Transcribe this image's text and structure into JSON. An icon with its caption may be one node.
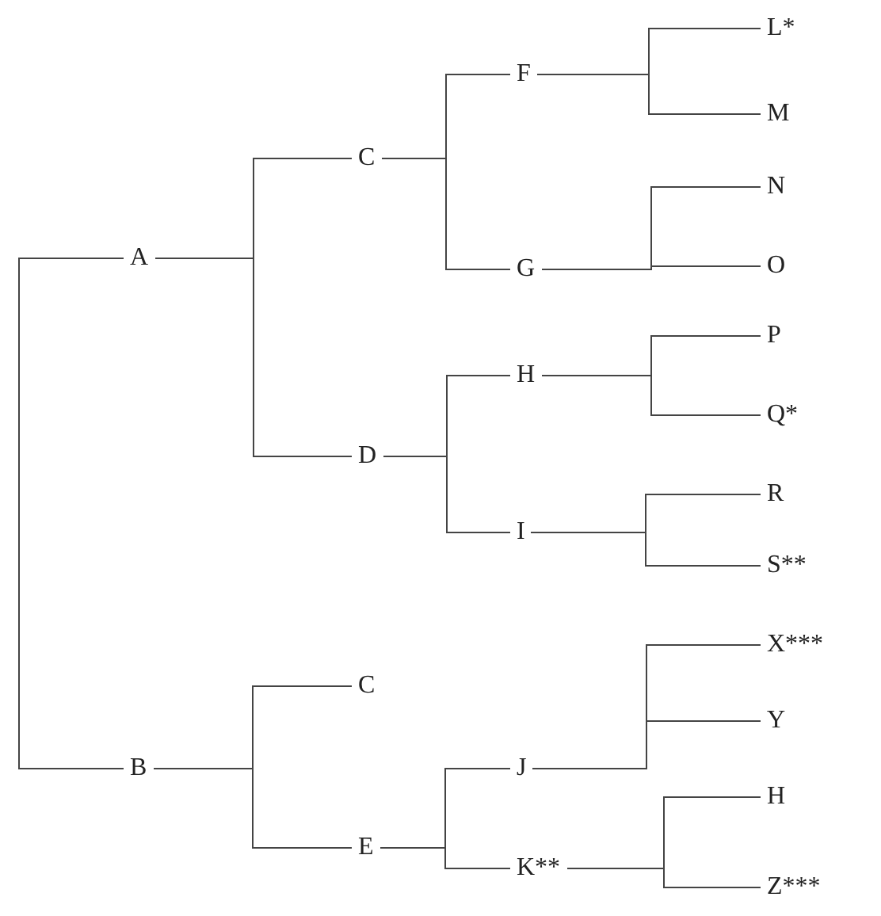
{
  "diagram": {
    "nodes": [
      {
        "text": [
          "A"
        ]
      },
      {
        "text": [
          "C"
        ]
      },
      {
        "text": [
          "F"
        ]
      },
      {
        "text": [
          "L*"
        ]
      },
      {
        "text": [
          "M"
        ]
      },
      {
        "text": [
          "G"
        ]
      },
      {
        "text": [
          "N"
        ]
      },
      {
        "text": [
          "O"
        ]
      },
      {
        "text": [
          "D"
        ]
      },
      {
        "text": [
          "H"
        ]
      },
      {
        "text": [
          "P"
        ]
      },
      {
        "text": [
          "Q*"
        ]
      },
      {
        "text": [
          "I"
        ]
      },
      {
        "text": [
          "R"
        ]
      },
      {
        "text": [
          "S**"
        ]
      },
      {
        "text": [
          "B"
        ]
      },
      {
        "text": [
          "C"
        ]
      },
      {
        "text": [
          "E"
        ]
      },
      {
        "text": [
          "J"
        ]
      },
      {
        "text": [
          "X***"
        ]
      },
      {
        "text": [
          "Y"
        ]
      },
      {
        "text": [
          "K**"
        ]
      },
      {
        "text": [
          "H"
        ]
      },
      {
        "text": [
          "Z***"
        ]
      }
    ],
    "edges": [
      {
        "from": 0,
        "to": 15,
        "arrow": "none"
      },
      {
        "from": 0,
        "to": 1,
        "arrow": "none"
      },
      {
        "from": 0,
        "to": 8,
        "arrow": "none"
      },
      {
        "from": 1,
        "to": 2,
        "arrow": "none"
      },
      {
        "from": 1,
        "to": 5,
        "arrow": "none"
      },
      {
        "from": 2,
        "to": 3,
        "arrow": "none"
      },
      {
        "from": 2,
        "to": 4,
        "arrow": "none"
      },
      {
        "from": 5,
        "to": 6,
        "arrow": "none"
      },
      {
        "from": 5,
        "to": 7,
        "arrow": "none"
      },
      {
        "from": 8,
        "to": 9,
        "arrow": "none"
      },
      {
        "from": 8,
        "to": 12,
        "arrow": "none"
      },
      {
        "from": 9,
        "to": 10,
        "arrow": "none"
      },
      {
        "from": 9,
        "to": 11,
        "arrow": "none"
      },
      {
        "from": 12,
        "to": 13,
        "arrow": "none"
      },
      {
        "from": 12,
        "to": 14,
        "arrow": "none"
      },
      {
        "from": 15,
        "to": 16,
        "arrow": "none"
      },
      {
        "from": 15,
        "to": 17,
        "arrow": "none"
      },
      {
        "from": 17,
        "to": 18,
        "arrow": "none"
      },
      {
        "from": 17,
        "to": 21,
        "arrow": "none"
      },
      {
        "from": 18,
        "to": 19,
        "arrow": "none"
      },
      {
        "from": 18,
        "to": 20,
        "arrow": "none"
      },
      {
        "from": 21,
        "to": 22,
        "arrow": "none"
      },
      {
        "from": 21,
        "to": 23,
        "arrow": "none"
      }
    ]
  }
}
